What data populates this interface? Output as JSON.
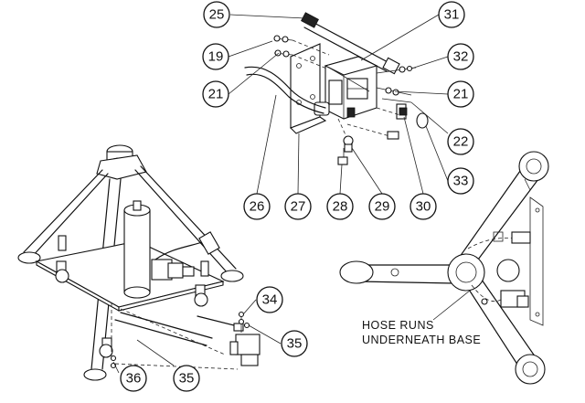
{
  "callouts": [
    {
      "id": "25",
      "label": "25"
    },
    {
      "id": "31",
      "label": "31"
    },
    {
      "id": "19",
      "label": "19"
    },
    {
      "id": "32",
      "label": "32"
    },
    {
      "id": "21a",
      "label": "21"
    },
    {
      "id": "21b",
      "label": "21"
    },
    {
      "id": "22",
      "label": "22"
    },
    {
      "id": "33",
      "label": "33"
    },
    {
      "id": "26",
      "label": "26"
    },
    {
      "id": "27",
      "label": "27"
    },
    {
      "id": "28",
      "label": "28"
    },
    {
      "id": "29",
      "label": "29"
    },
    {
      "id": "30",
      "label": "30"
    },
    {
      "id": "34",
      "label": "34"
    },
    {
      "id": "35a",
      "label": "35"
    },
    {
      "id": "36",
      "label": "36"
    },
    {
      "id": "35b",
      "label": "35"
    }
  ],
  "note": {
    "line1": "HOSE RUNS",
    "line2": "UNDERNEATH BASE"
  }
}
